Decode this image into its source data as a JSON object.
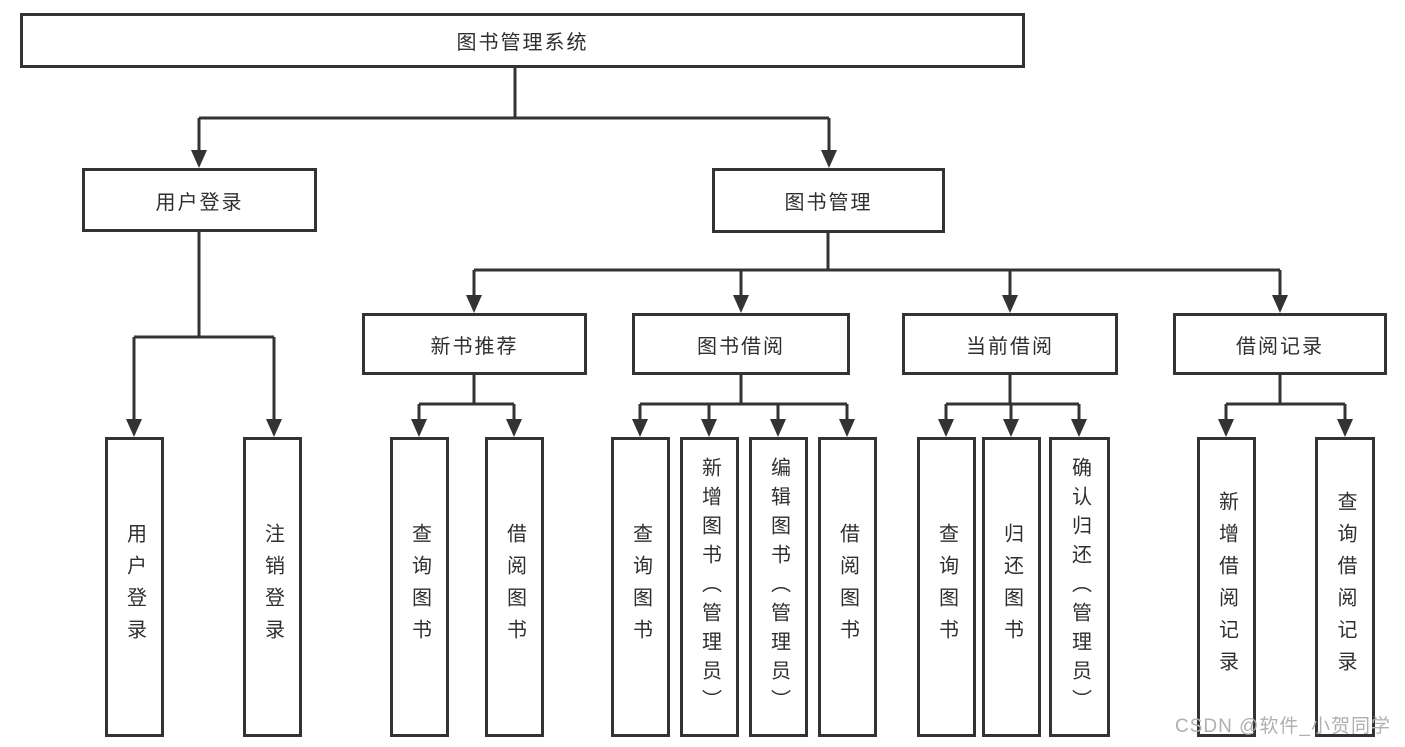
{
  "colors": {
    "line": "#333333",
    "box_border": "#333333",
    "text": "#2f2f2f",
    "background": "#ffffff",
    "watermark": "#b0b0b0"
  },
  "watermark": {
    "text": "CSDN @软件_小贺同学"
  },
  "tree": {
    "root": {
      "label": "图书管理系统"
    },
    "children": [
      {
        "label": "用户登录",
        "children": [
          {
            "label": "用户登录"
          },
          {
            "label": "注销登录"
          }
        ]
      },
      {
        "label": "图书管理",
        "children": [
          {
            "label": "新书推荐",
            "children": [
              {
                "label": "查询图书"
              },
              {
                "label": "借阅图书"
              }
            ]
          },
          {
            "label": "图书借阅",
            "children": [
              {
                "label": "查询图书"
              },
              {
                "label": "新增图书（管理员）"
              },
              {
                "label": "编辑图书（管理员）"
              },
              {
                "label": "借阅图书"
              }
            ]
          },
          {
            "label": "当前借阅",
            "children": [
              {
                "label": "查询图书"
              },
              {
                "label": "归还图书"
              },
              {
                "label": "确认归还（管理员）"
              }
            ]
          },
          {
            "label": "借阅记录",
            "children": [
              {
                "label": "新增借阅记录"
              },
              {
                "label": "查询借阅记录"
              }
            ]
          }
        ]
      }
    ]
  }
}
